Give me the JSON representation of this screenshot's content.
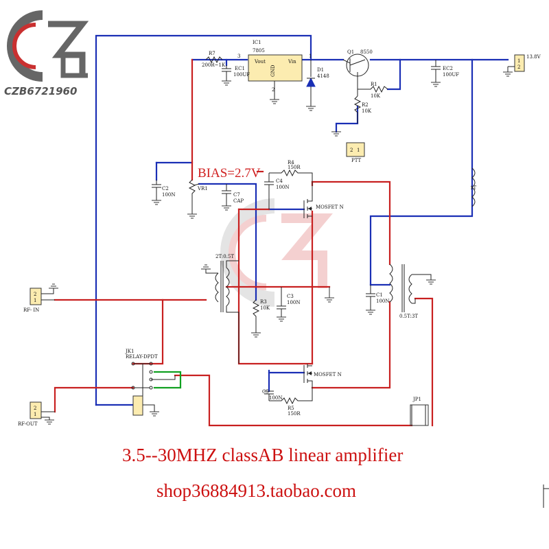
{
  "brand": {
    "watermark_text": "CZB6721960",
    "logo_icon": "czb-logo-icon"
  },
  "labels": {
    "ic1_ref": "IC1",
    "ic1_part": "7805",
    "ic1_vout": "Vout",
    "ic1_vin": "Vin",
    "ic1_gnd": "GND",
    "ic1_pin3": "3",
    "ic1_pin1": "1",
    "ic1_pin2": "2",
    "r7_ref": "R7",
    "r7_val": "200R~1K",
    "ec1_ref": "EC1",
    "ec1_val": "100UF",
    "d1_ref": "D1",
    "d1_val": "4148",
    "q1_ref": "Q1",
    "q1_val": "8550",
    "ec2_ref": "EC2",
    "ec2_val": "100UF",
    "r1_ref": "R1",
    "r1_val": "10K",
    "r2_ref": "R2",
    "r2_val": "10K",
    "ptt": "PTT",
    "supply": "13.8V",
    "vr1": "VR1",
    "c2_ref": "C2",
    "c2_val": "100N",
    "c7_ref": "C7",
    "c7_val": "CAP",
    "bias": "BIAS=2.7V",
    "r4_ref": "R4",
    "r4_val": "150R",
    "c4_ref": "C4",
    "c4_val": "100N",
    "mosfet_top": "MOSFET N",
    "mosfet_bot": "MOSFET N",
    "l_1t": "1T",
    "t1_label": "2T:0.5T",
    "r3_ref": "R3",
    "r3_val": "10K",
    "c3_ref": "C3",
    "c3_val": "100N",
    "c1_ref": "C1",
    "c1_val": "100N",
    "t2_label": "0.5T:3T",
    "rf_in": "RF- IN",
    "rf_out": "RF-OUT",
    "jk1_ref": "JK1",
    "jk1_val": "RELAY-DPDT",
    "c5_ref": "C5",
    "c5_val": "100N",
    "r5_ref": "R5",
    "r5_val": "150R",
    "jp1": "JP1",
    "pin_2": "2",
    "pin_1": "1"
  },
  "title": {
    "line1": "3.5--30MHZ classAB  linear amplifier",
    "line2": "shop36884913.taobao.com"
  },
  "colors": {
    "supply_wire": "#1a2fb5",
    "rf_wire": "#c82020",
    "relay_wire": "#10a020",
    "title_text": "#cc1010"
  }
}
